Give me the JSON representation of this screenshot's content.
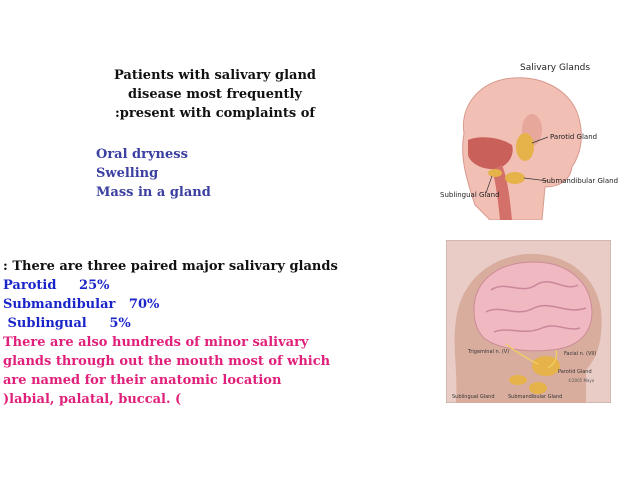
{
  "intro": {
    "line1": "Patients with salivary gland",
    "line2": "disease most frequently",
    "line3": ":present with complaints of"
  },
  "complaints": [
    "Oral dryness",
    "Swelling",
    "Mass in a gland"
  ],
  "glands": {
    "heading": ": There are three paired major salivary glands",
    "items": [
      {
        "label": "Parotid     25%"
      },
      {
        "label": "Submandibular   70%"
      },
      {
        "label": " Sublingual     5%"
      }
    ],
    "minor": [
      "There are also hundreds of minor salivary",
      "glands through out the mouth most of which",
      "are named for their anatomic location",
      ")labial, palatal, buccal. ("
    ]
  },
  "figure1": {
    "title": "Salivary Glands",
    "parotid": "Parotid Gland",
    "submandibular": "Submandibular Gland",
    "sublingual": "Sublingual Gland"
  },
  "figure2": {
    "trigeminal": "Trigeminal n. (V)",
    "facial": "Facial n. (VII)",
    "parotid": "Parotid Gland",
    "sublingual": "Sublingual Gland",
    "submandibular": "Submandibular Gland",
    "copyright": "©2005 Mayo"
  },
  "colors": {
    "complaints": "#3b3fa0",
    "blue": "#1a25c9",
    "pink": "#e0207a"
  }
}
